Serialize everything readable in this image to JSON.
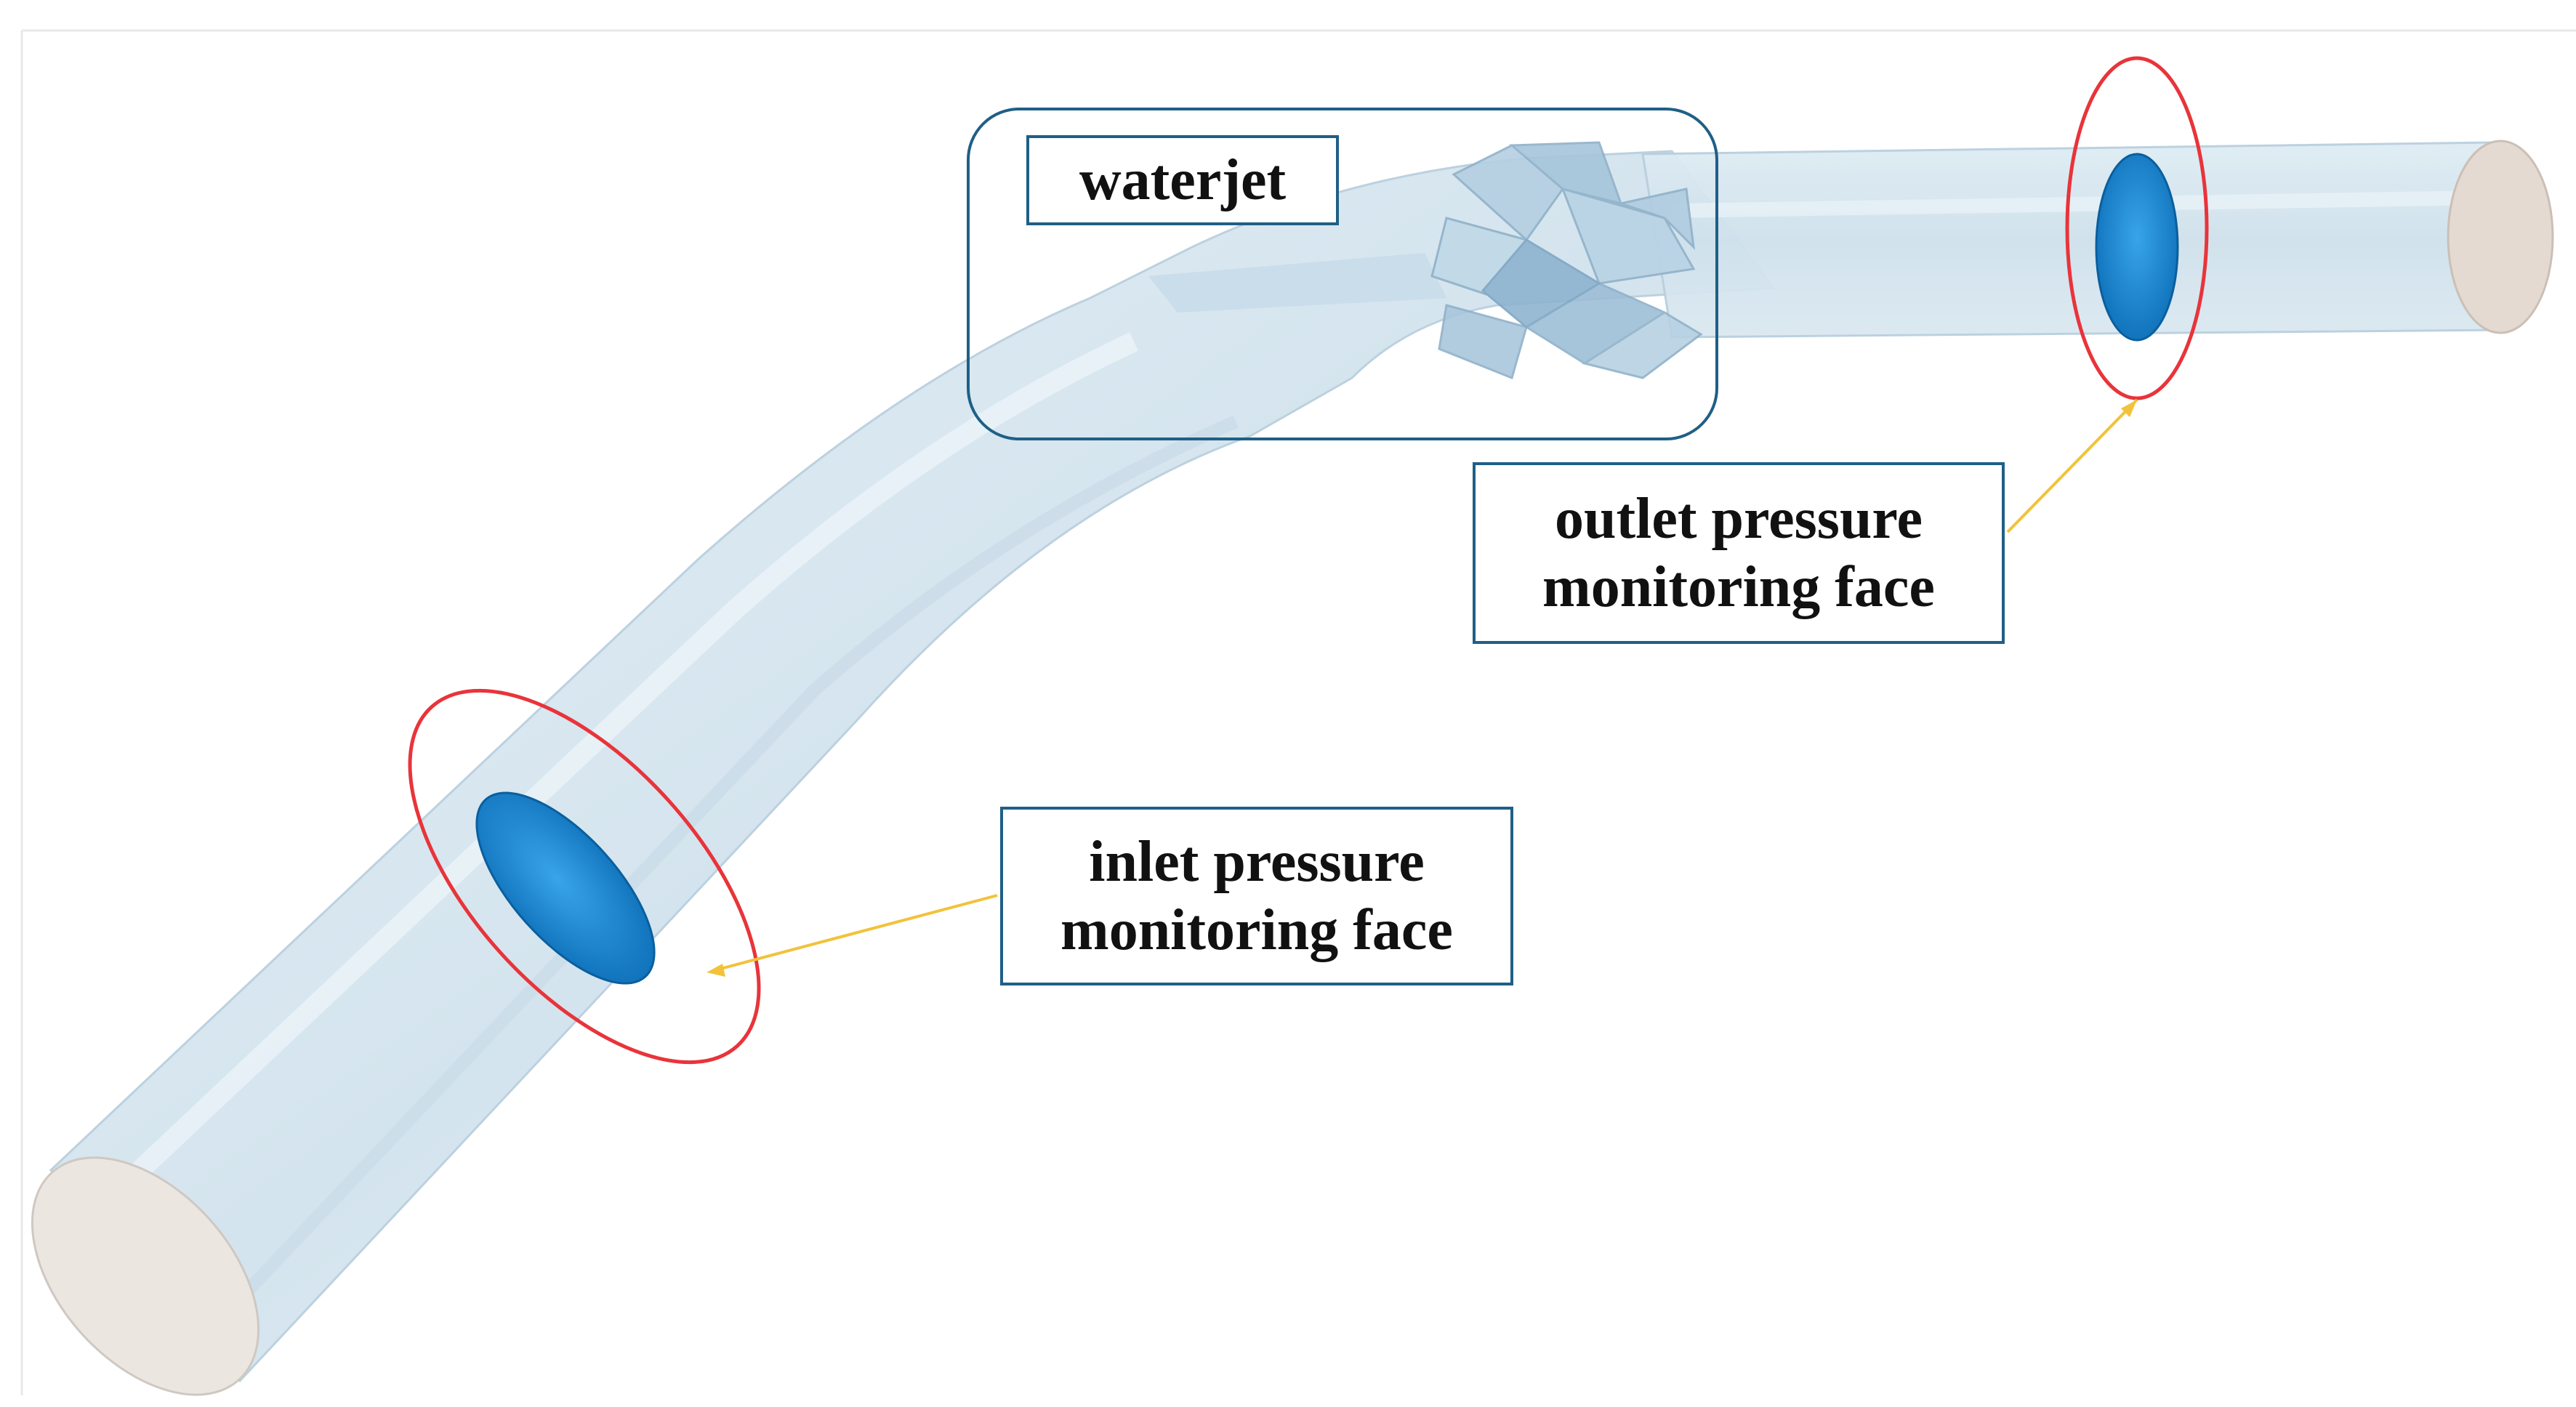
{
  "labels": {
    "waterjet": "waterjet",
    "outlet": [
      "outlet pressure",
      "monitoring face"
    ],
    "inlet": [
      "inlet pressure",
      "monitoring face"
    ]
  },
  "colors": {
    "pipe_fill": "#dbe9f2",
    "pipe_edge": "#b7cfdf",
    "pipe_end": "#ece6e1",
    "monitoring_face": "#1b86d1",
    "highlight_ellipse": "#e8343a",
    "callout_box": "#1f5f86",
    "leader_line": "#f2c23a",
    "impeller": "#a9c6dc"
  }
}
